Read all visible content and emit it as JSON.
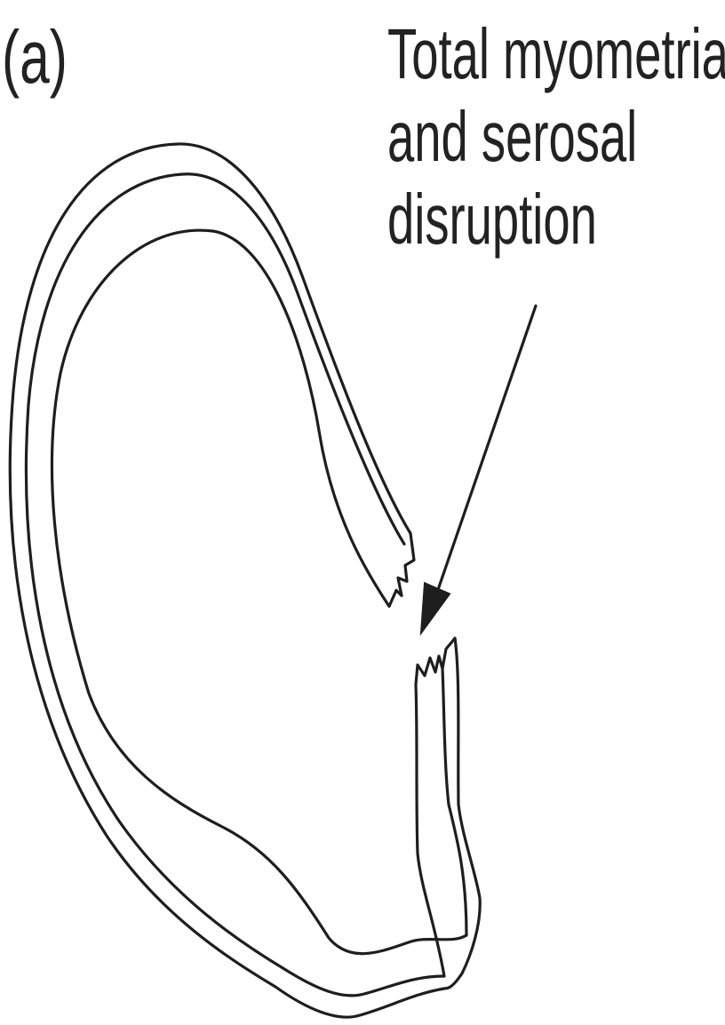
{
  "figure": {
    "panel_label": "(a)",
    "annotation": {
      "lines": [
        "Total myometrial",
        "and serosal",
        "disruption"
      ]
    },
    "colors": {
      "ink": "#1e1e1e",
      "background": "#ffffff"
    }
  }
}
